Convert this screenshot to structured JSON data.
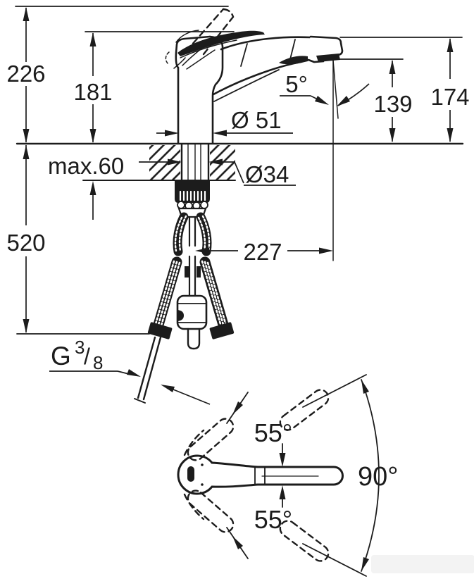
{
  "colors": {
    "ink": "#1c1c1c",
    "paper": "#ffffff",
    "watermark": "#f3f3f3"
  },
  "side_view": {
    "overall_height": "226",
    "body_height": "181",
    "stream_angle": "5°",
    "outlet_height": "139",
    "spout_end_height": "174",
    "body_diameter": "Ø 51",
    "max_deck_thickness": "max.60",
    "shank_diameter": "Ø34",
    "connection_drop": "520",
    "spout_reach": "227",
    "thread_size": {
      "prefix": "G",
      "numerator": "3",
      "slash": "/",
      "denominator": "8"
    }
  },
  "top_view": {
    "swivel_upper": "55°",
    "swivel_range": "90°",
    "swivel_lower": "55°"
  }
}
